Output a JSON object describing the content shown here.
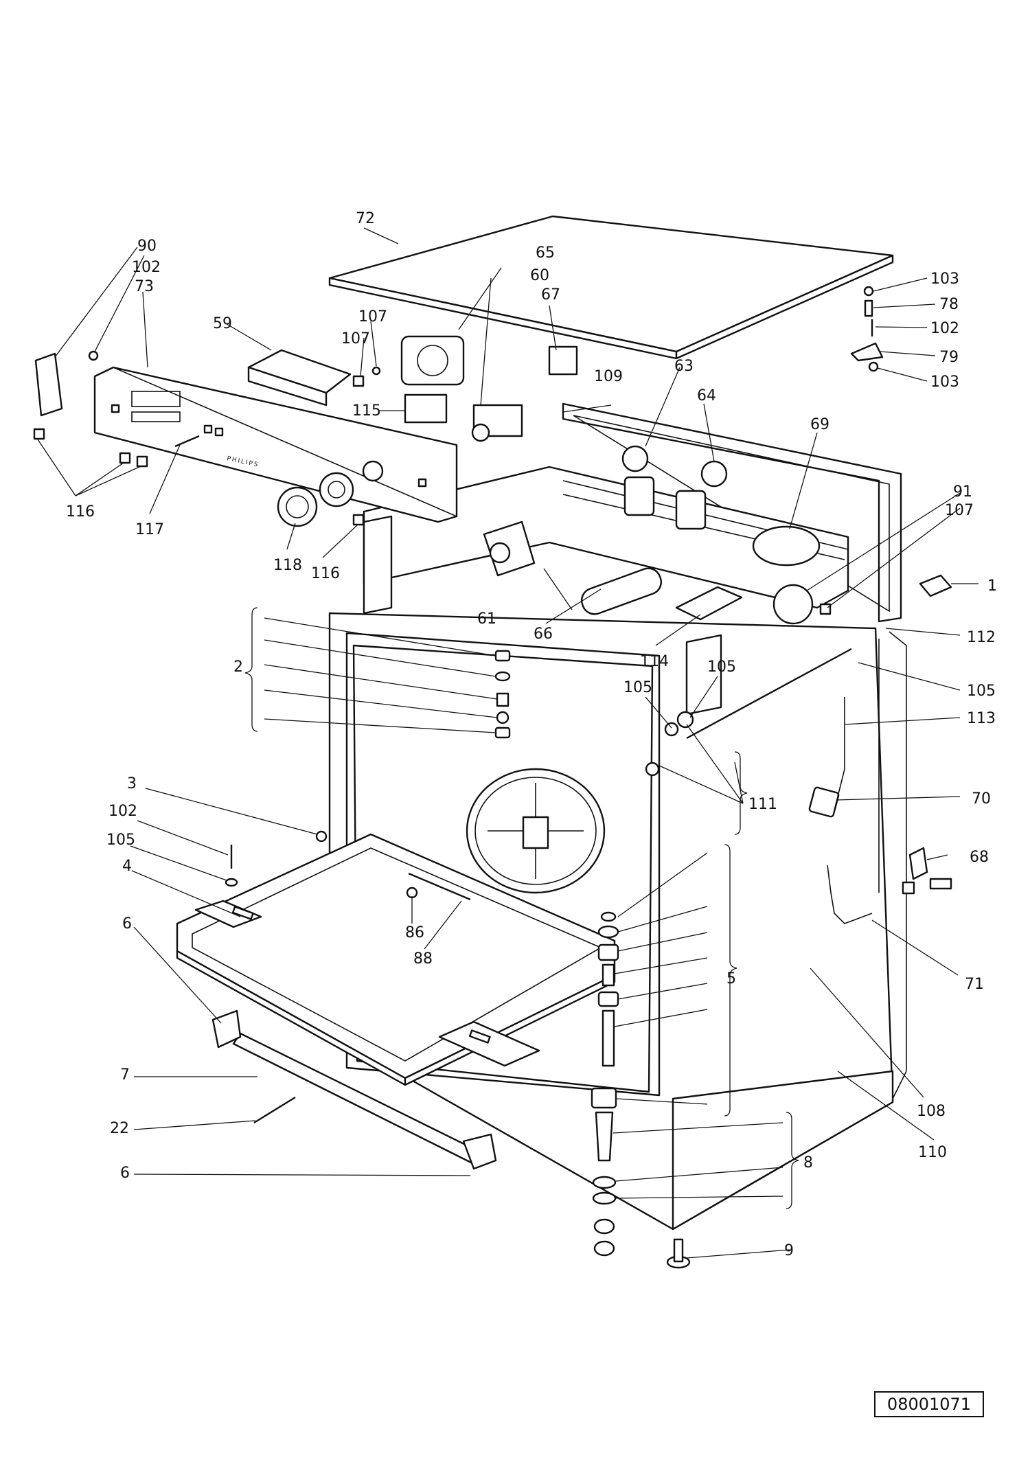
{
  "diagram": {
    "document_number": "08001071",
    "brand_marking": "PHILIPS",
    "callouts": {
      "c1": "1",
      "c2": "2",
      "c3": "3",
      "c4": "4",
      "c5": "5",
      "c6a": "6",
      "c6b": "6",
      "c7": "7",
      "c8": "8",
      "c9": "9",
      "c22": "22",
      "c59": "59",
      "c60": "60",
      "c61": "61",
      "c63": "63",
      "c64": "64",
      "c65": "65",
      "c66": "66",
      "c67": "67",
      "c68": "68",
      "c69": "69",
      "c70": "70",
      "c71": "71",
      "c72": "72",
      "c73": "73",
      "c78": "78",
      "c79": "79",
      "c86": "86",
      "c88": "88",
      "c90": "90",
      "c91": "91",
      "c102a": "102",
      "c102b": "102",
      "c102c": "102",
      "c103a": "103",
      "c103b": "103",
      "c105a": "105",
      "c105b": "105",
      "c105c": "105",
      "c105d": "105",
      "c107a": "107",
      "c107b": "107",
      "c107c": "107",
      "c108": "108",
      "c109": "109",
      "c110": "110",
      "c111": "111",
      "c112": "112",
      "c113": "113",
      "c114": "114",
      "c115": "115",
      "c116a": "116",
      "c116b": "116",
      "c117": "117",
      "c118": "118"
    }
  }
}
